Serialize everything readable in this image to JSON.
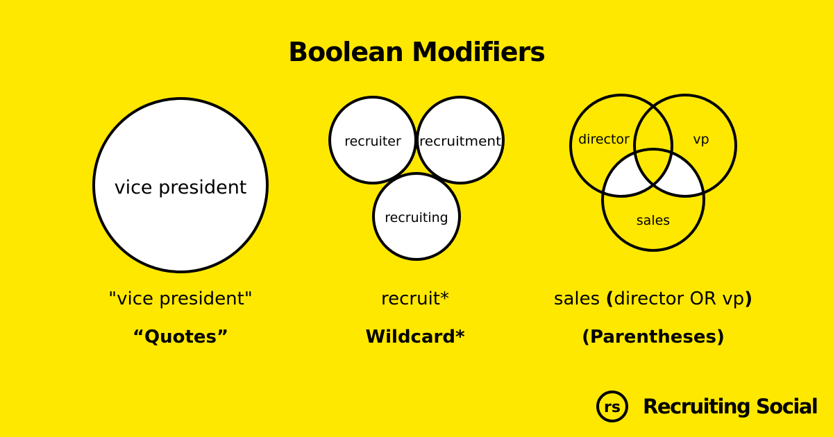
{
  "title": "Boolean Modifiers",
  "modifiers": [
    {
      "name": "“Quotes”",
      "query": "\"vice president\"",
      "circles": [
        "vice president"
      ]
    },
    {
      "name": "Wildcard*",
      "query": "recruit*",
      "circles": [
        "recruiter",
        "recruitment",
        "recruiting"
      ]
    },
    {
      "name": "(Parentheses)",
      "query_parts": [
        "sales ",
        "(",
        "director OR vp",
        ")"
      ],
      "circles": [
        "director",
        "vp",
        "sales"
      ]
    }
  ],
  "brand": {
    "logo_text": "rs",
    "name": "Recruiting Social"
  },
  "colors": {
    "background": "#FFE800",
    "circle_fill": "#FFFFFF",
    "stroke": "#000000"
  }
}
